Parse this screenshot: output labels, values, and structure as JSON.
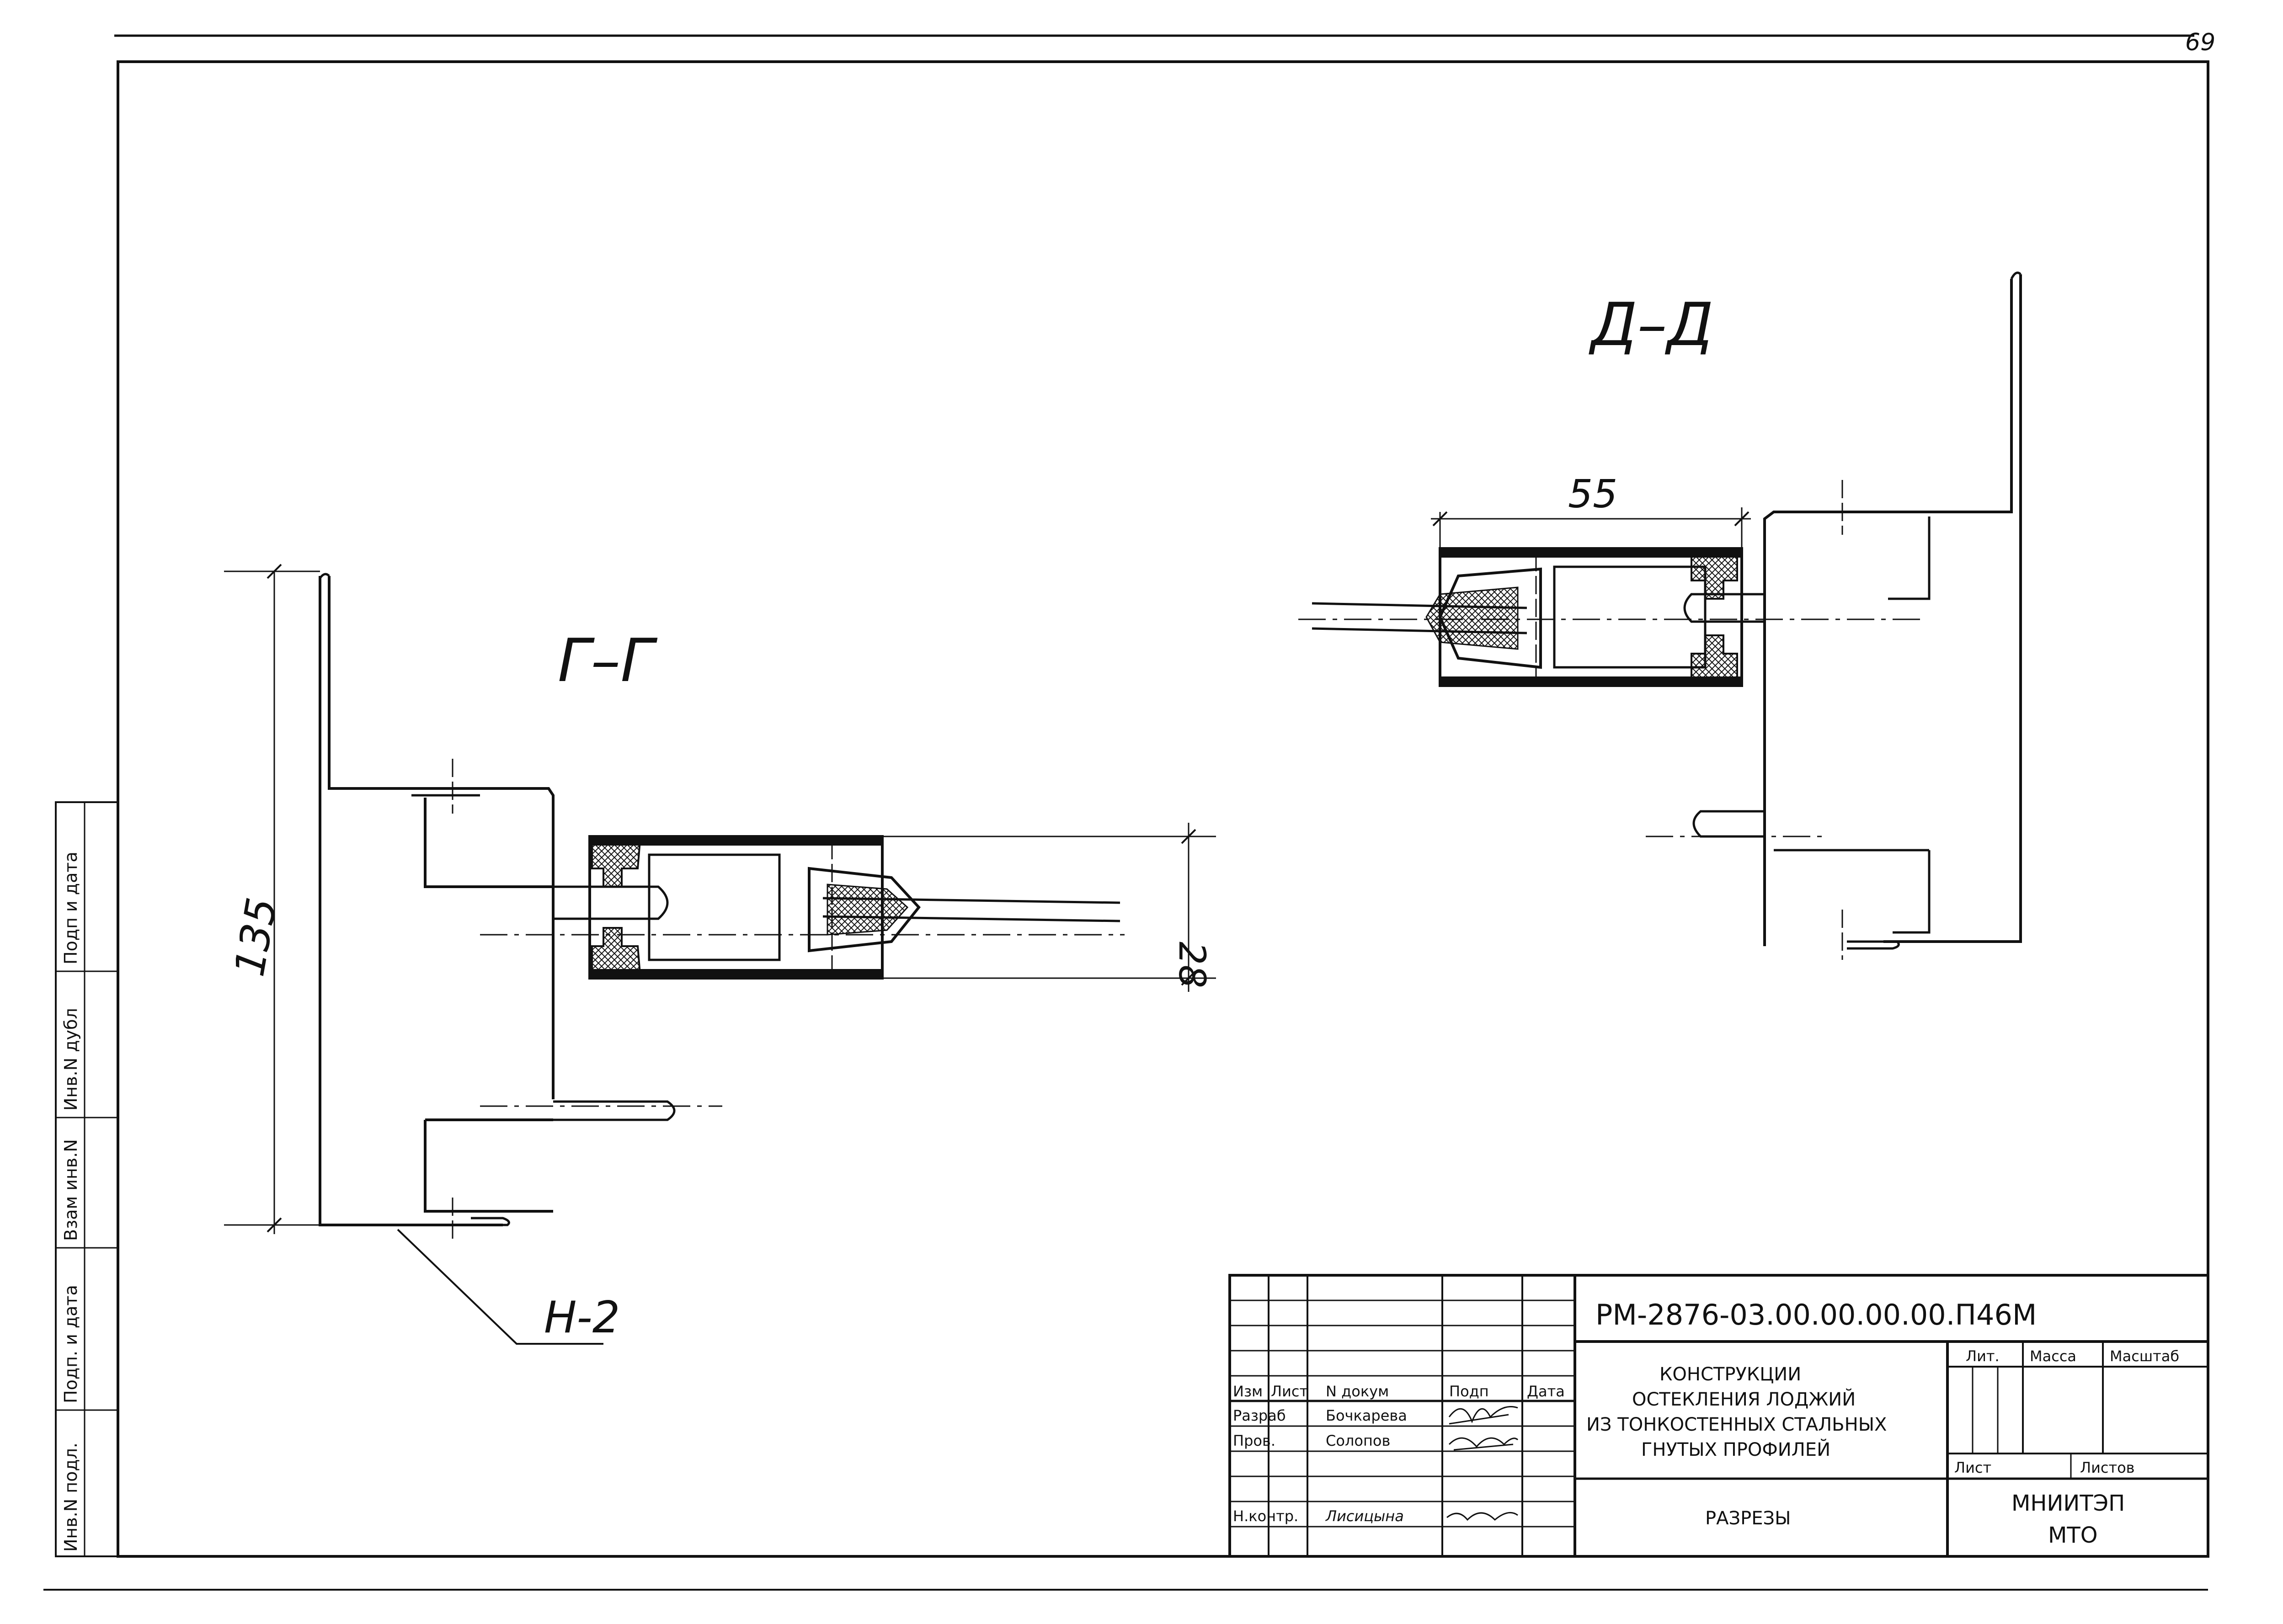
{
  "sheet_number": "69",
  "sections": {
    "g": {
      "label": "Г–Г"
    },
    "d": {
      "label": "Д–Д"
    }
  },
  "dimensions": {
    "height_135": "135",
    "width_28": "28",
    "width_55": "55"
  },
  "leader_label": "Н-2",
  "side_stamp": [
    "Подп и дата",
    "Инв.N дубл",
    "Взам инв.N",
    "Подп. и дата",
    "Инв.N подл."
  ],
  "title_block": {
    "doc_code": "РМ-2876-03.00.00.00.00.П46М",
    "headers": {
      "izm": "Изм",
      "list": "Лист",
      "ndoc": "N докум",
      "podp": "Подп",
      "data": "Дата"
    },
    "roles": [
      {
        "role": "Разраб",
        "name": "Бочкарева"
      },
      {
        "role": "Пров.",
        "name": "Солопов"
      },
      {
        "role": "Н.контр.",
        "name": "Лисицына"
      }
    ],
    "title_lines": [
      "КОНСТРУКЦИИ",
      "ОСТЕКЛЕНИЯ ЛОДЖИЙ",
      "ИЗ ТОНКОСТЕННЫХ СТАЛЬНЫХ",
      "ГНУТЫХ ПРОФИЛЕЙ"
    ],
    "sheet_title": "РАЗРЕЗЫ",
    "lit_label": "Лит.",
    "massa_label": "Масса",
    "masshtab_label": "Масштаб",
    "list_label": "Лист",
    "listov_label": "Листов",
    "org_lines": [
      "МНИИТЭП",
      "МТО"
    ]
  }
}
